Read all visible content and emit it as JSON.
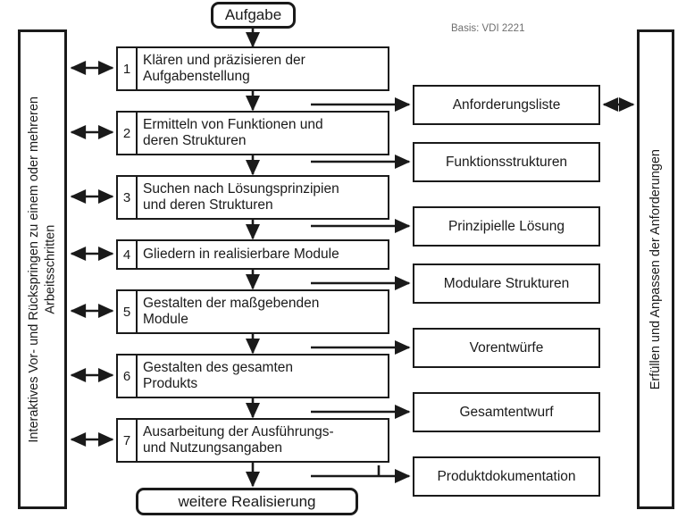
{
  "diagram": {
    "title_note": "Basis: VDI 2221",
    "start_label": "Aufgabe",
    "end_label": "weitere  Realisierung",
    "left_bar_label": "Interaktives Vor- und Rückspringen zu einem oder mehreren\nArbeitsschritten",
    "right_bar_label": "Erfüllen und Anpassen der Anforderungen",
    "steps": [
      {
        "number": "1",
        "label": "Klären und präzisieren der\nAufgabenstellung"
      },
      {
        "number": "2",
        "label": "Ermitteln von Funktionen und\nderen Strukturen"
      },
      {
        "number": "3",
        "label": "Suchen nach Lösungsprinzipien\nund deren Strukturen"
      },
      {
        "number": "4",
        "label": "Gliedern in realisierbare Module"
      },
      {
        "number": "5",
        "label": "Gestalten der maßgebenden\nModule"
      },
      {
        "number": "6",
        "label": "Gestalten des gesamten\nProdukts"
      },
      {
        "number": "7",
        "label": "Ausarbeitung der Ausführungs-\nund Nutzungsangaben"
      }
    ],
    "results": [
      {
        "label": "Anforderungsliste"
      },
      {
        "label": "Funktionsstrukturen"
      },
      {
        "label": "Prinzipielle  Lösung"
      },
      {
        "label": "Modulare  Strukturen"
      },
      {
        "label": "Vorentwürfe"
      },
      {
        "label": "Gesamtentwurf"
      },
      {
        "label": "Produktdokumentation"
      }
    ],
    "colors": {
      "stroke": "#1a1a1a",
      "background": "#ffffff",
      "note": "#6f6f6f"
    }
  }
}
